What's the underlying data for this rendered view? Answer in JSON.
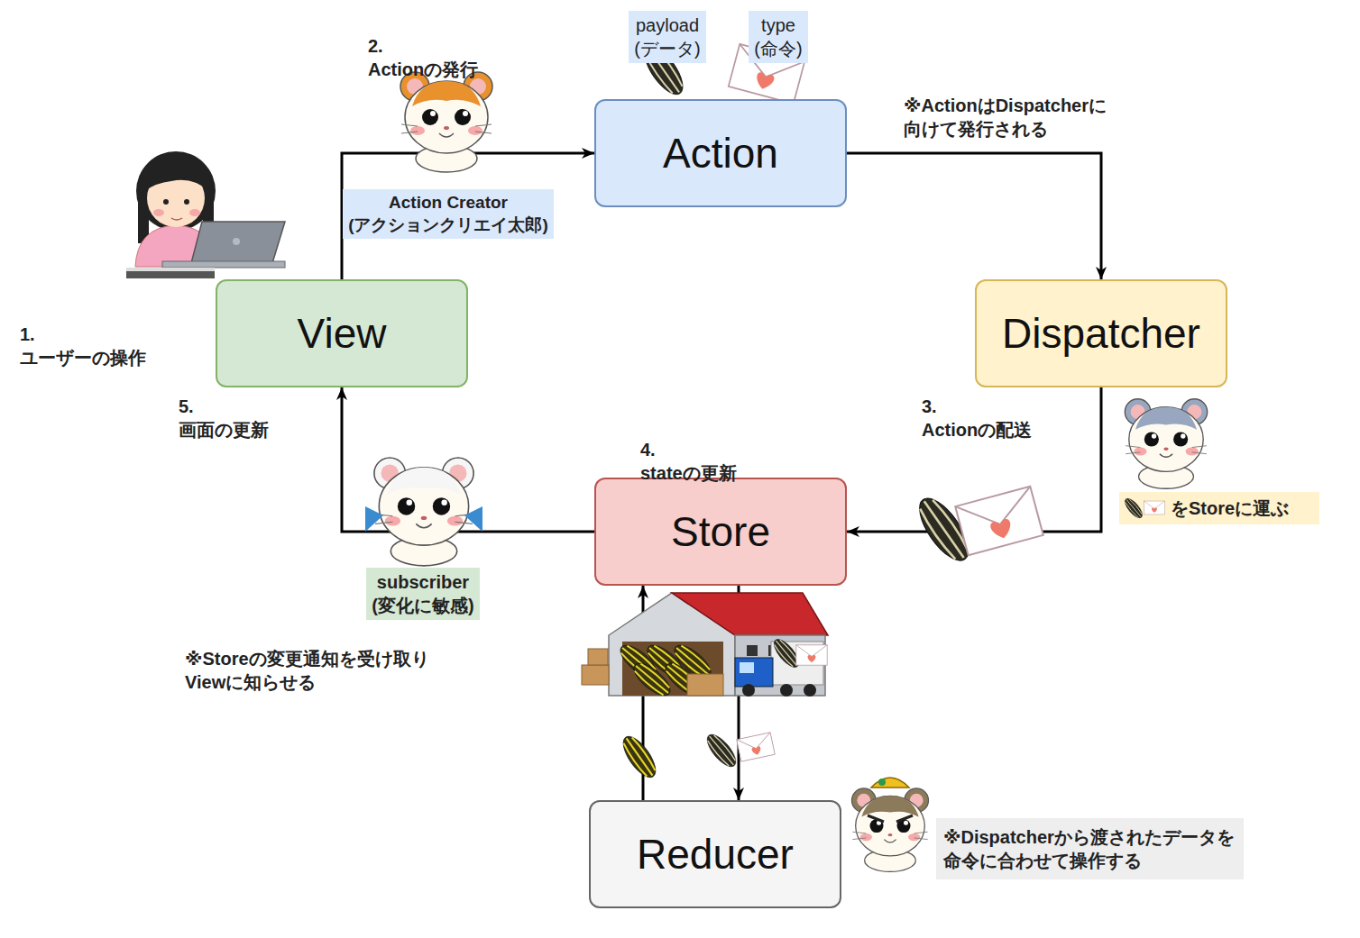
{
  "diagram": {
    "nodes": [
      {
        "text": [
          "View"
        ]
      },
      {
        "text": [
          "Action"
        ]
      },
      {
        "text": [
          "Dispatcher"
        ]
      },
      {
        "text": [
          "Store"
        ]
      },
      {
        "text": [
          "Reducer"
        ]
      }
    ],
    "edges": [
      {
        "from": 0,
        "to": 1,
        "arrow": "to"
      },
      {
        "from": 1,
        "to": 2,
        "arrow": "to"
      },
      {
        "from": 2,
        "to": 3,
        "arrow": "to"
      },
      {
        "from": 3,
        "to": 0,
        "arrow": "to"
      },
      {
        "from": 3,
        "to": 4,
        "arrow": "to"
      },
      {
        "from": 4,
        "to": 3,
        "arrow": "to"
      }
    ],
    "labels": [
      "payload (データ)",
      "type (命令)",
      "2. Actionの発行",
      "※ActionはDispatcherに 向けて発行される",
      "Action Creator (アクションクリエイ太郎)",
      "1. ユーザーの操作",
      "3. Actionの配送",
      "5. 画面の更新",
      "4. stateの更新",
      "をStoreに運ぶ",
      "subscriber (変化に敏感)",
      "※Storeの変更通知を受け取り Viewに知らせる",
      "※Dispatcherから渡されたデータを 命令に合わせて操作する"
    ]
  }
}
